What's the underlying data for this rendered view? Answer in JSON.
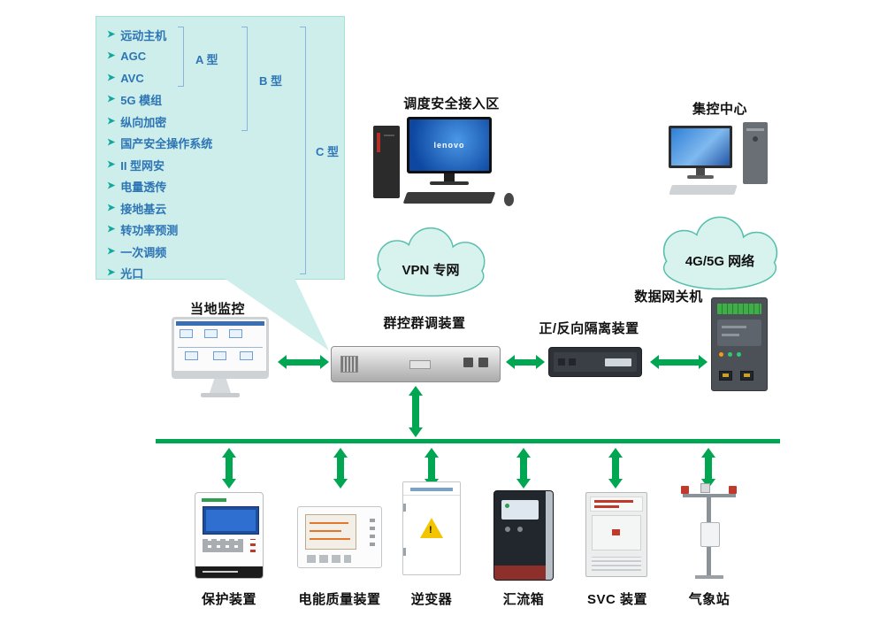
{
  "callout": {
    "bullet": "➤",
    "items": [
      "远动主机",
      "AGC",
      "AVC",
      "5G 模组",
      "纵向加密",
      "国产安全操作系统",
      "II 型网安",
      "电量透传",
      "接地基云",
      "转功率预测",
      "一次调频",
      "光口"
    ],
    "brackets": {
      "a": "A 型",
      "b": "B 型",
      "c": "C 型"
    }
  },
  "nodes": {
    "dispatch_area": {
      "label": "调度安全接入区",
      "screen_brand": "lenovo"
    },
    "control_center": {
      "label": "集控中心"
    },
    "vpn_cloud": {
      "label": "VPN 专网"
    },
    "mobile_cloud": {
      "label": "4G/5G 网络"
    },
    "local_monitor": {
      "label": "当地监控"
    },
    "group_control": {
      "label": "群控群调装置"
    },
    "isolation": {
      "label": "正/反向隔离装置"
    },
    "gateway": {
      "label": "数据网关机"
    }
  },
  "devices": [
    {
      "label": "保护装置"
    },
    {
      "label": "电能质量装置"
    },
    {
      "label": "逆变器"
    },
    {
      "label": "汇流箱"
    },
    {
      "label": "SVC 装置"
    },
    {
      "label": "气象站"
    }
  ],
  "colors": {
    "arrow_green": "#00a651",
    "bus_green": "#00a651",
    "callout_bg": "#cdeeea",
    "callout_text": "#2e75b6",
    "bullet_teal": "#13a89e",
    "cloud_fill": "#d8f3ee",
    "cloud_stroke": "#57bfae",
    "screen_blue": "#1c63c8"
  }
}
